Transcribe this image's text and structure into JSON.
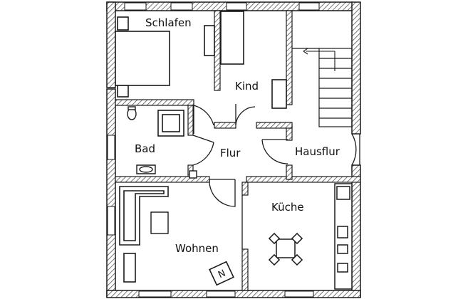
{
  "rooms": {
    "schlafen": "Schlafen",
    "kind": "Kind",
    "bad": "Bad",
    "flur": "Flur",
    "hausflur": "Hausflur",
    "kueche": "Küche",
    "wohnen": "Wohnen"
  },
  "colors": {
    "wall": "#1a1a1a",
    "hatch": "#555555",
    "background": "#ffffff"
  },
  "icons": [
    "stair-arrow-icon",
    "compass-north-icon"
  ]
}
